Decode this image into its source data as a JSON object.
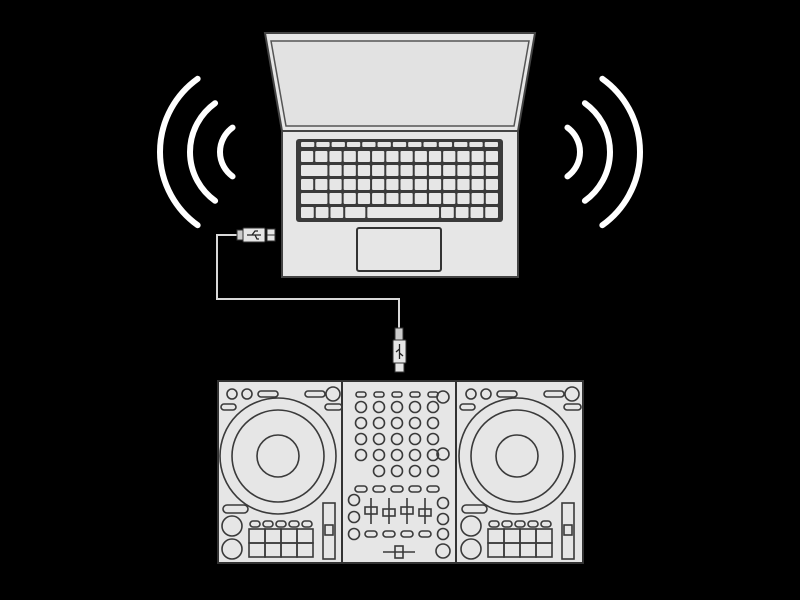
{
  "diagram": {
    "background_color": "#000000",
    "device_fill": "#e6e6e6",
    "line_color": "#3a3a3a",
    "wave_color": "#ffffff",
    "cable_color": "#d9d9d9",
    "elements": [
      "laptop",
      "usb-cable",
      "dj-controller",
      "sound-waves-left",
      "sound-waves-right"
    ]
  }
}
